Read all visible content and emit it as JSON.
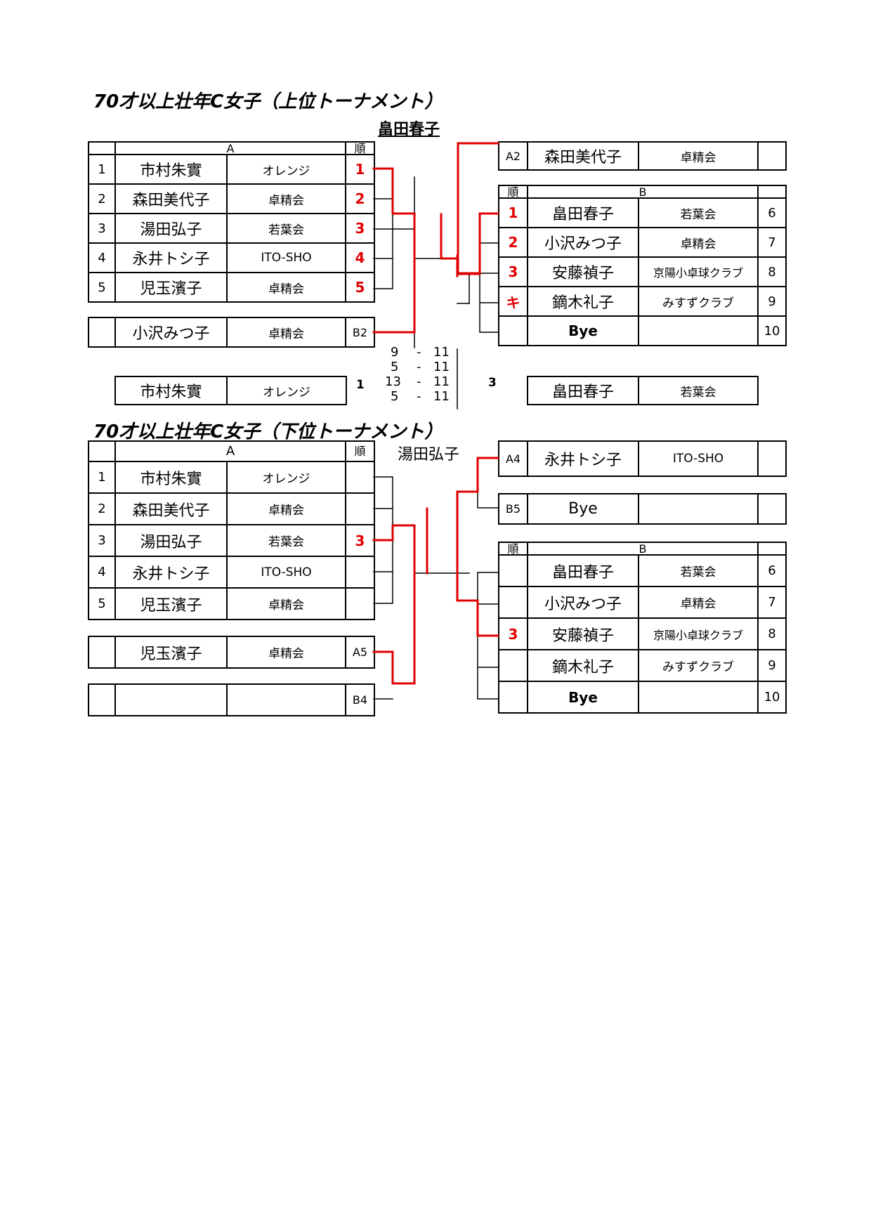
{
  "upper": {
    "title": "70才以上壮年C女子（上位トーナメント）",
    "winner": "畠田春子",
    "group_a": {
      "header": "A",
      "rank_header": "順",
      "rows": [
        {
          "no": "1",
          "name": "市村朱實",
          "club": "オレンジ",
          "rank": "1"
        },
        {
          "no": "2",
          "name": "森田美代子",
          "club": "卓精会",
          "rank": "2"
        },
        {
          "no": "3",
          "name": "湯田弘子",
          "club": "若葉会",
          "rank": "3"
        },
        {
          "no": "4",
          "name": "永井トシ子",
          "club": "ITO-SHO",
          "rank": "4"
        },
        {
          "no": "5",
          "name": "児玉濱子",
          "club": "卓精会",
          "rank": "5"
        }
      ]
    },
    "seed_left": {
      "name": "小沢みつ子",
      "club": "卓精会",
      "code": "B2"
    },
    "seed_right": {
      "code": "A2",
      "name": "森田美代子",
      "club": "卓精会"
    },
    "group_b": {
      "header": "B",
      "rank_header": "順",
      "rows": [
        {
          "rank": "1",
          "name": "畠田春子",
          "club": "若葉会",
          "no": "6"
        },
        {
          "rank": "2",
          "name": "小沢みつ子",
          "club": "卓精会",
          "no": "7"
        },
        {
          "rank": "3",
          "name": "安藤禎子",
          "club": "京陽小卓球クラブ",
          "no": "8"
        },
        {
          "rank": "キ",
          "name": "鏑木礼子",
          "club": "みすずクラブ",
          "no": "9"
        },
        {
          "rank": "",
          "name": "Bye",
          "club": "",
          "no": "10"
        }
      ]
    },
    "final": {
      "left": {
        "name": "市村朱實",
        "club": "オレンジ",
        "sets": "1"
      },
      "right": {
        "name": "畠田春子",
        "club": "若葉会",
        "sets": "3"
      },
      "scores": [
        {
          "a": "9",
          "sep": "-",
          "b": "11"
        },
        {
          "a": "5",
          "sep": "-",
          "b": "11"
        },
        {
          "a": "13",
          "sep": "-",
          "b": "11"
        },
        {
          "a": "5",
          "sep": "-",
          "b": "11"
        }
      ]
    }
  },
  "lower": {
    "title": "70才以上壮年C女子（下位トーナメント）",
    "winner": "湯田弘子",
    "group_a": {
      "header": "A",
      "rank_header": "順",
      "rows": [
        {
          "no": "1",
          "name": "市村朱實",
          "club": "オレンジ",
          "rank": ""
        },
        {
          "no": "2",
          "name": "森田美代子",
          "club": "卓精会",
          "rank": ""
        },
        {
          "no": "3",
          "name": "湯田弘子",
          "club": "若葉会",
          "rank": "3"
        },
        {
          "no": "4",
          "name": "永井トシ子",
          "club": "ITO-SHO",
          "rank": ""
        },
        {
          "no": "5",
          "name": "児玉濱子",
          "club": "卓精会",
          "rank": ""
        }
      ]
    },
    "seed_left_1": {
      "name": "児玉濱子",
      "club": "卓精会",
      "code": "A5"
    },
    "seed_left_2": {
      "name": "",
      "club": "",
      "code": "B4"
    },
    "seed_right_1": {
      "code": "A4",
      "name": "永井トシ子",
      "club": "ITO-SHO"
    },
    "seed_right_2": {
      "code": "B5",
      "name": "Bye",
      "club": ""
    },
    "group_b": {
      "header": "B",
      "rank_header": "順",
      "rows": [
        {
          "rank": "",
          "name": "畠田春子",
          "club": "若葉会",
          "no": "6"
        },
        {
          "rank": "",
          "name": "小沢みつ子",
          "club": "卓精会",
          "no": "7"
        },
        {
          "rank": "3",
          "name": "安藤禎子",
          "club": "京陽小卓球クラブ",
          "no": "8"
        },
        {
          "rank": "",
          "name": "鏑木礼子",
          "club": "みすずクラブ",
          "no": "9"
        },
        {
          "rank": "",
          "name": "Bye",
          "club": "",
          "no": "10"
        }
      ]
    }
  },
  "colors": {
    "win_line": "#e00000",
    "line": "#000000",
    "rank_text": "#e00000"
  }
}
